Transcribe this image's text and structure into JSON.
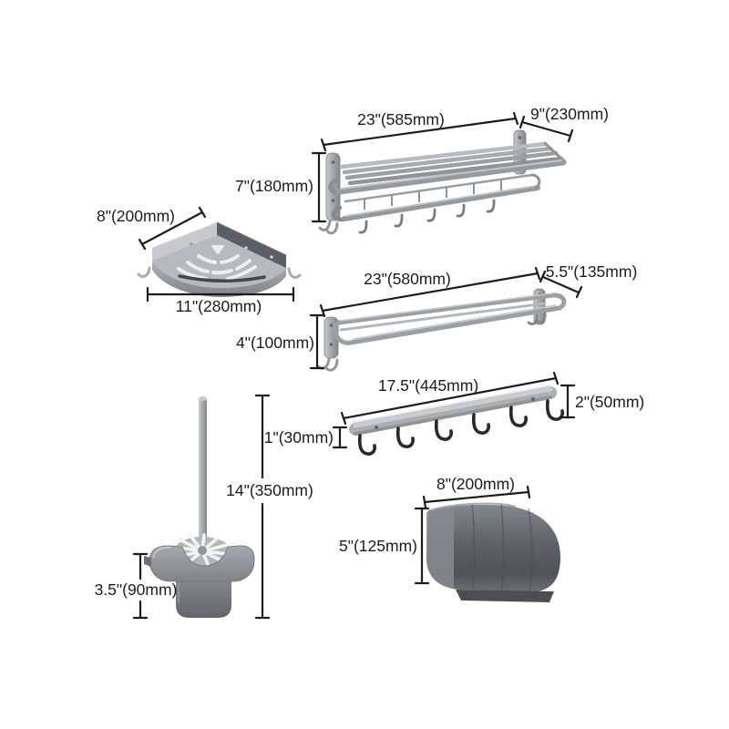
{
  "diagram_title": "bathroom-hardware-set-dimension-diagram",
  "colors": {
    "background": "#ffffff",
    "dimension": "#1c1c1c",
    "metal_light": "#c9cdd2",
    "metal_mid": "#9aa0a6",
    "metal_dark": "#6e7378",
    "hook_black": "#26292d"
  },
  "items": {
    "towel_rack": {
      "width": "23\"(585mm)",
      "depth": "9\"(230mm)",
      "height": "7\"(180mm)"
    },
    "corner_shelf": {
      "depth": "8\"(200mm)",
      "width": "11\"(280mm)"
    },
    "towel_bar": {
      "width": "23\"(580mm)",
      "depth": "5.5\"(135mm)",
      "height": "4\"(100mm)"
    },
    "hook_rail": {
      "width": "17.5\"(445mm)",
      "hook_drop": "2\"(50mm)",
      "bar_height": "1\"(30mm)"
    },
    "toilet_brush": {
      "height": "14\"(350mm)",
      "holder_height": "3.5\"(90mm)"
    },
    "paper_holder": {
      "width": "8\"(200mm)",
      "height": "5\"(125mm)"
    }
  }
}
